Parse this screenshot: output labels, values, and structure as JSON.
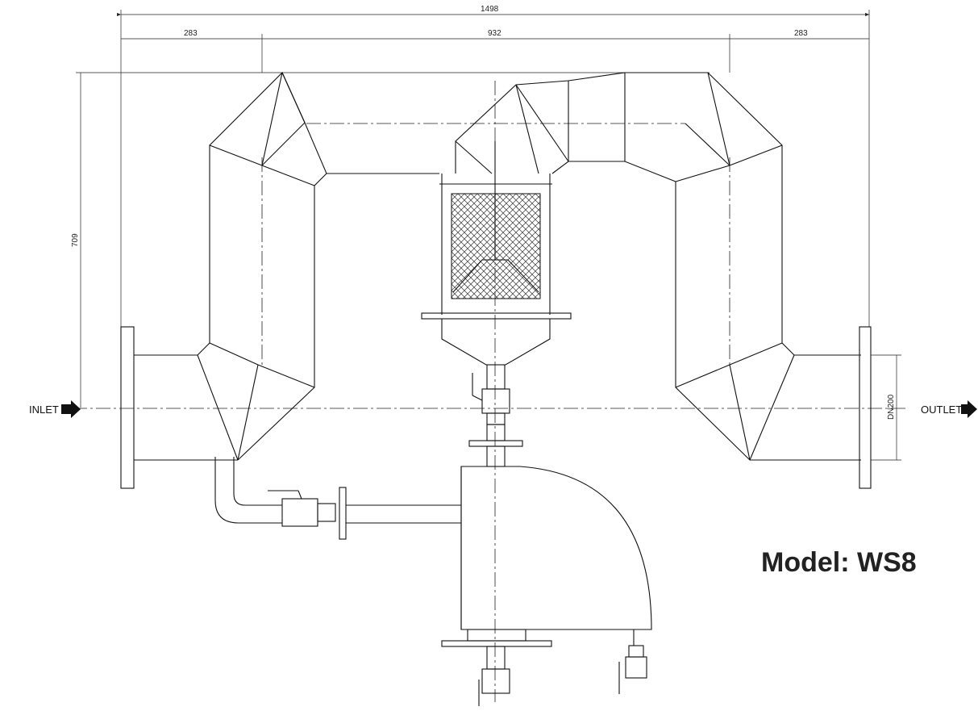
{
  "drawing": {
    "model_label": "Model: WS8",
    "inlet_label": "INLET",
    "outlet_label": "OUTLET",
    "dimensions": {
      "overall_width": "1498",
      "left_offset": "283",
      "center_span": "932",
      "right_offset": "283",
      "height": "709",
      "nominal_diameter": "DN200"
    }
  }
}
